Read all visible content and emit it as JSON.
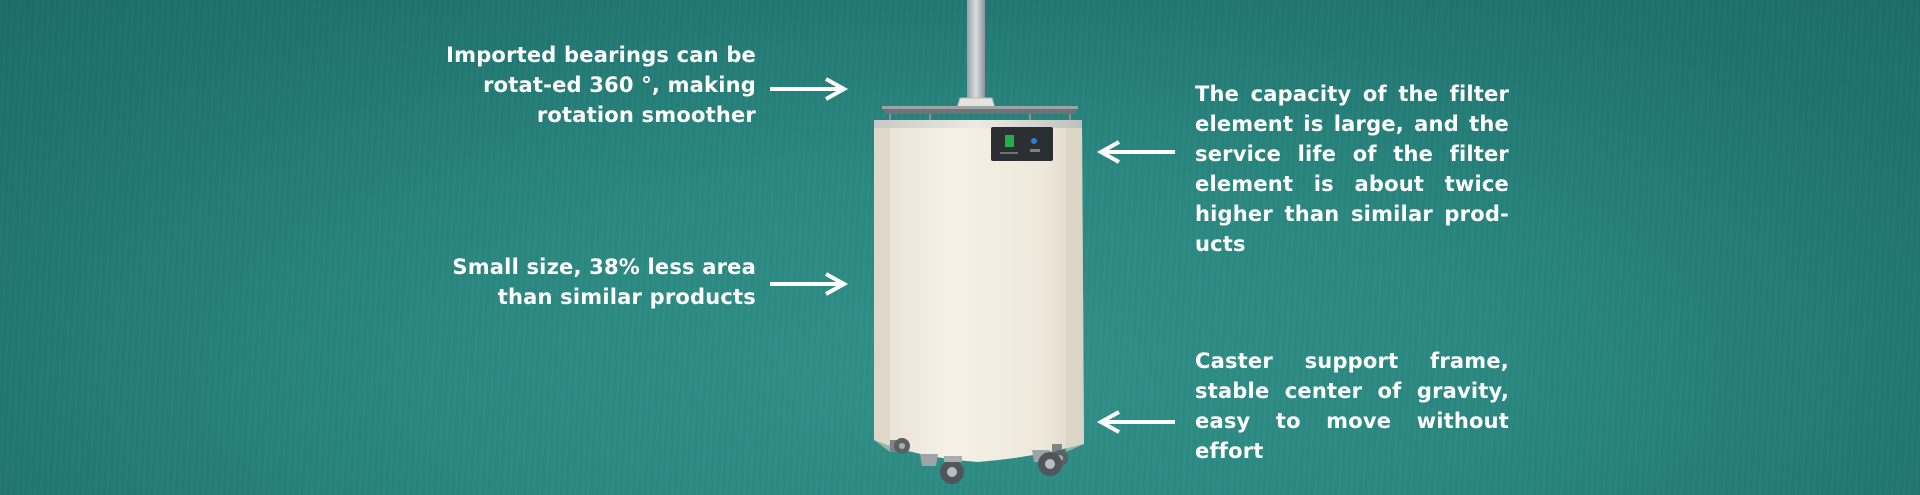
{
  "callouts": {
    "bearings": "Imported bearings can be rotat-ed 360 °, making rotation smoother",
    "size": "Small size, 38% less area than similar products",
    "filter": "The capacity of the filter element is large, and the service life of the filter element is about twice higher than similar prod-ucts",
    "caster": "Caster support frame, stable center of gravity, easy to move without effort"
  },
  "colors": {
    "background": "#2a8780",
    "text": "#ffffff",
    "device_body": "#f1ece0",
    "panel": "#2b2f31",
    "indicator": "#1fb04a"
  },
  "icons": {
    "arrow": "arrow-right-icon",
    "arrow_reverse": "arrow-left-icon"
  }
}
